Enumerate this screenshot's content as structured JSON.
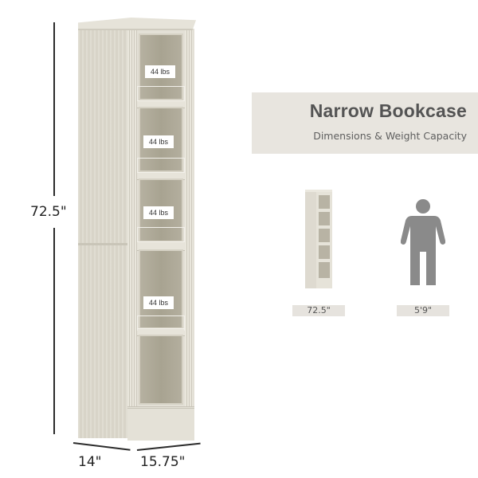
{
  "banner": {
    "title": "Narrow Bookcase",
    "subtitle": "Dimensions & Weight Capacity",
    "background": "#e8e5df"
  },
  "dimensions": {
    "height": "72.5\"",
    "depth": "14\"",
    "width": "15.75\""
  },
  "shelves": [
    {
      "capacity": "44 lbs"
    },
    {
      "capacity": "44 lbs"
    },
    {
      "capacity": "44 lbs"
    },
    {
      "capacity": "44 lbs"
    }
  ],
  "comparison": {
    "bookcase_label": "72.5\"",
    "person_label": "5'9\"",
    "person_icon": "person-silhouette-icon",
    "person_color": "#8a8a8a"
  },
  "colors": {
    "finish": "#e3e0d6",
    "interior": "#aaa594",
    "text_dark": "#545454"
  }
}
